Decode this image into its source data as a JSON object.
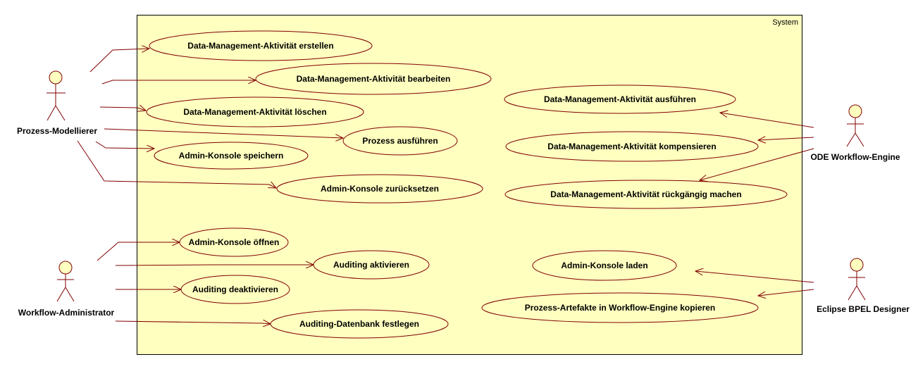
{
  "system": {
    "label": "System"
  },
  "colors": {
    "box_fill": "#ffffc0",
    "stroke": "#800000",
    "ellipse_fill": "#ffffc0"
  },
  "actors": {
    "prozess_modellierer": "Prozess-Modellierer",
    "workflow_administrator": "Workflow-Administrator",
    "ode_workflow_engine": "ODE Workflow-Engine",
    "eclipse_bpel_designer": "Eclipse BPEL Designer"
  },
  "use_cases": {
    "dm_erstellen": "Data-Management-Aktivität erstellen",
    "dm_bearbeiten": "Data-Management-Aktivität bearbeiten",
    "dm_loeschen": "Data-Management-Aktivität löschen",
    "prozess_ausfuehren": "Prozess ausführen",
    "admin_speichern": "Admin-Konsole speichern",
    "admin_zuruecksetzen": "Admin-Konsole zurücksetzen",
    "admin_oeffnen": "Admin-Konsole öffnen",
    "auditing_aktivieren": "Auditing aktivieren",
    "auditing_deaktivieren": "Auditing deaktivieren",
    "auditing_db": "Auditing-Datenbank festlegen",
    "dm_ausfuehren": "Data-Management-Aktivität ausführen",
    "dm_kompensieren": "Data-Management-Aktivität kompensieren",
    "dm_rueckgaengig": "Data-Management-Aktivität rückgängig machen",
    "admin_laden": "Admin-Konsole laden",
    "artefakte_kopieren": "Prozess-Artefakte in Workflow-Engine kopieren"
  }
}
